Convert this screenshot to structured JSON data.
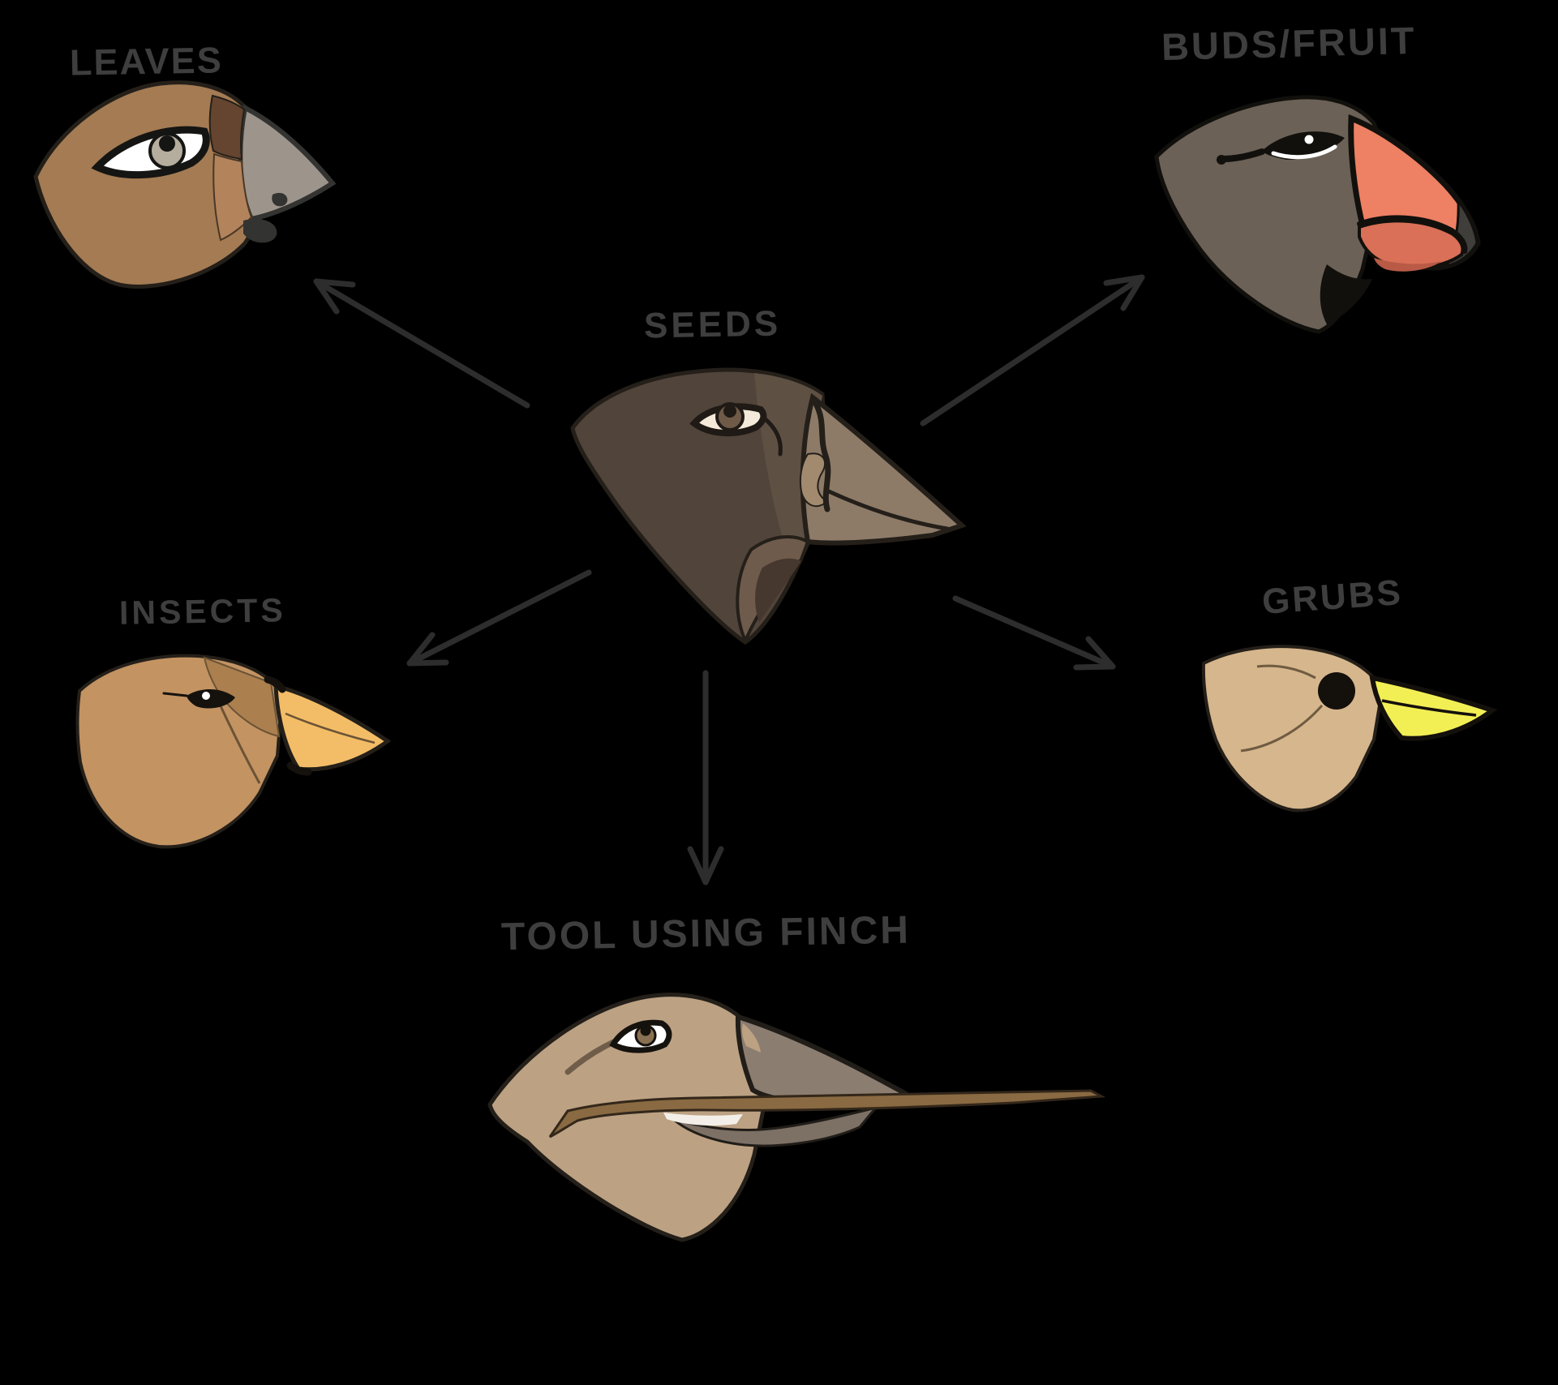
{
  "diagram": {
    "labels": {
      "seeds": "SEEDS",
      "leaves": "LEAVES",
      "buds_fruit": "BUDS/FRUIT",
      "insects": "INSECTS",
      "grubs": "GRUBS",
      "tool_using_finch": "TOOL USING FINCH"
    }
  },
  "colors": {
    "bg": "#000000",
    "label_text": "#3e3e3e",
    "arrow": "#2d2d2d",
    "outline": "#241f19",
    "seeds_head": "#51443a",
    "seeds_face": "#5f5044",
    "seeds_beak": "#8d7b68",
    "seeds_beak_swirl": "#a28a6f",
    "seeds_chin": "#6e5b4c",
    "seeds_chin_dark": "#46382e",
    "seeds_eye_sclera": "#f5ead9",
    "seeds_eye_iris": "#6f5a48",
    "leaves_head": "#a47b53",
    "leaves_cheek": "#b3835c",
    "leaves_patch": "#654530",
    "leaves_beak": "#9d958b",
    "leaves_iris": "#b5ae9e",
    "leaves_ink": "#333331",
    "buds_head": "#6b6157",
    "buds_beak": "#ee8064",
    "buds_lip": "#d97057",
    "buds_mouth": "#b85a46",
    "buds_shadow": "#403e3a",
    "buds_ink": "#12100c",
    "insects_head": "#c39362",
    "insects_cheek": "#ab7f4e",
    "insects_beak": "#f3bd67",
    "insects_line": "#6b5336",
    "insects_ink": "#15120e",
    "grubs_head": "#d6b68c",
    "grubs_beak": "#f2ef55",
    "grubs_line": "#6f5b41",
    "grubs_ink": "#14100c",
    "tool_head": "#bca183",
    "tool_beak": "#8b7d70",
    "tool_beak_lower": "#7d7065",
    "tool_stick": "#8a6a42",
    "tool_stick_edge": "#33271a",
    "tool_mouth_white": "#f3efe8",
    "tool_brow": "#6f5d49",
    "tool_ink": "#15110d"
  }
}
